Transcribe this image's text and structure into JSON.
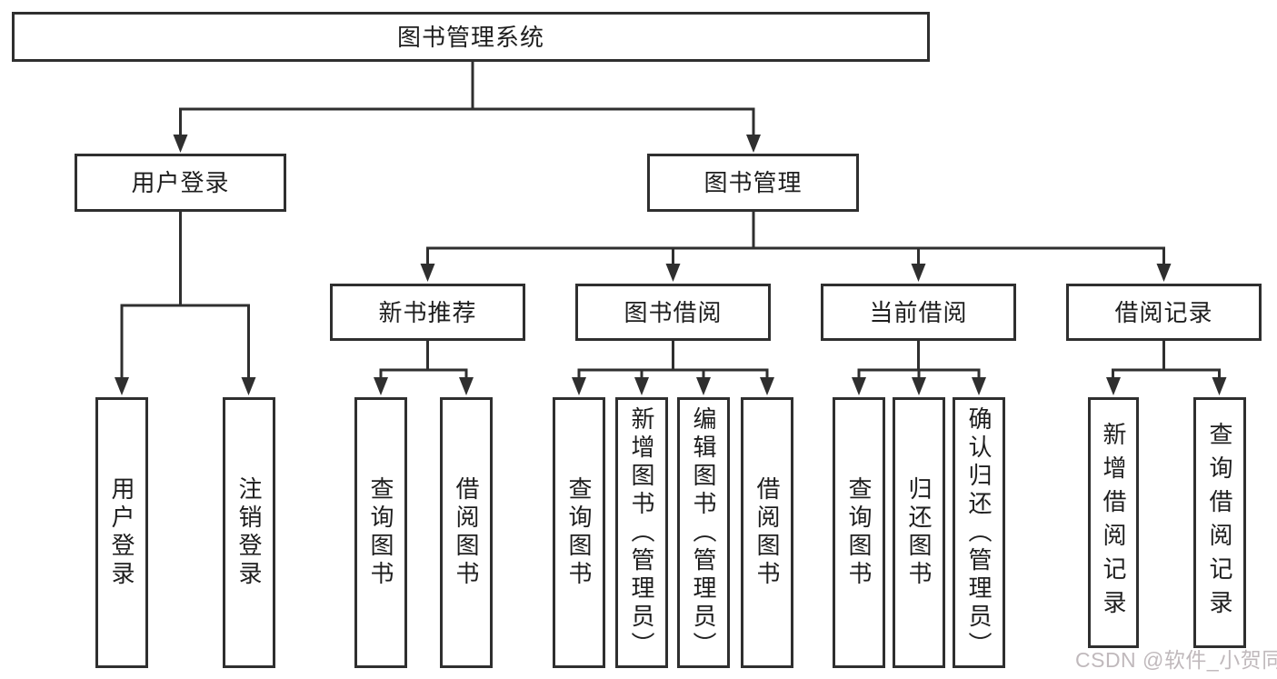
{
  "nodes": {
    "root": "图书管理系统",
    "user_login": "用户登录",
    "book_management": "图书管理",
    "new_book_recommend": "新书推荐",
    "book_borrowing": "图书借阅",
    "current_borrowing": "当前借阅",
    "borrowing_records": "借阅记录"
  },
  "leaves": {
    "user_login": [
      "用户登录",
      "注销登录"
    ],
    "new_book_recommend": [
      "查询图书",
      "借阅图书"
    ],
    "book_borrowing": [
      "查询图书",
      "新增图书（管理员）",
      "编辑图书（管理员）",
      "借阅图书"
    ],
    "current_borrowing": [
      "查询图书",
      "归还图书",
      "确认归还（管理员）"
    ],
    "borrowing_records": [
      "新增借阅记录",
      "查询借阅记录"
    ]
  },
  "watermark": "CSDN @软件_小贺同学",
  "colors": {
    "line": "#2f2f2f",
    "box_border": "#2f2f2f",
    "text": "#1e1e1e",
    "watermark": "#c0b9bc",
    "background": "#ffffff"
  }
}
